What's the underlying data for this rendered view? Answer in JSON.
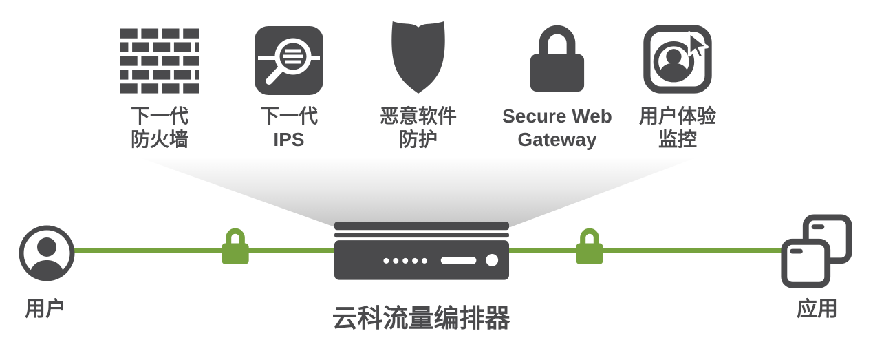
{
  "colors": {
    "dark": "#4a4a4c",
    "green": "#76a23e"
  },
  "services": [
    {
      "id": "next-gen-firewall",
      "icon": "brick-wall-firewall-icon",
      "label_line1": "下一代",
      "label_line2": "防火墙"
    },
    {
      "id": "next-gen-ips",
      "icon": "magnifier-inspection-icon",
      "label_line1": "下一代",
      "label_line2": "IPS"
    },
    {
      "id": "malware-protection",
      "icon": "shield-icon",
      "label_line1": "恶意软件",
      "label_line2": "防护"
    },
    {
      "id": "secure-web-gateway",
      "icon": "padlock-icon",
      "label_line1": "Secure Web",
      "label_line2": "Gateway"
    },
    {
      "id": "user-experience-monitoring",
      "icon": "user-cursor-monitoring-icon",
      "label_line1": "用户体验",
      "label_line2": "监控"
    }
  ],
  "flow": {
    "user_label": "用户",
    "orchestrator_label": "云科流量编排器",
    "apps_label": "应用"
  }
}
